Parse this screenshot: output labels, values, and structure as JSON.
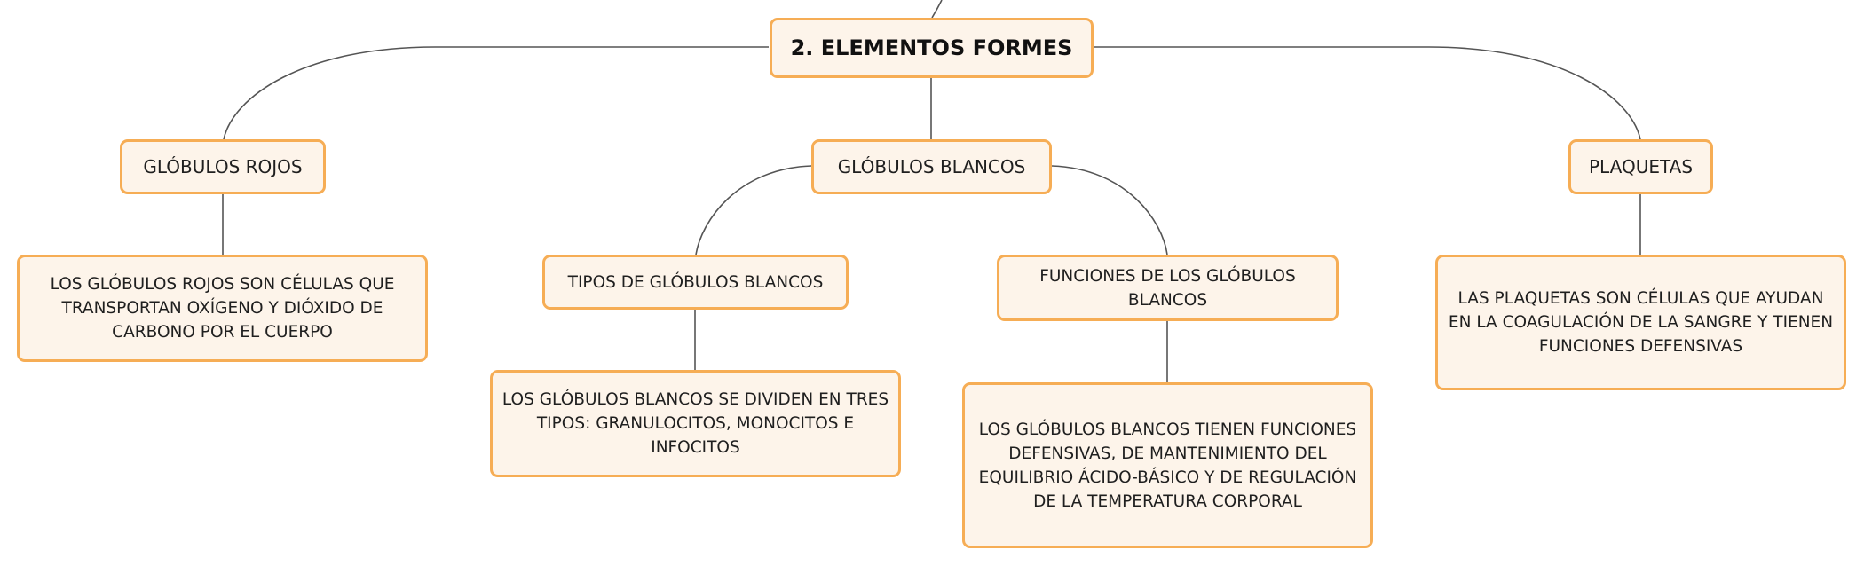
{
  "diagram": {
    "root": "2. ELEMENTOS FORMES",
    "branches": {
      "rojos": {
        "label": "GLÓBULOS ROJOS",
        "description": "LOS GLÓBULOS ROJOS SON CÉLULAS QUE TRANSPORTAN OXÍGENO Y DIÓXIDO DE CARBONO POR EL CUERPO"
      },
      "blancos": {
        "label": "GLÓBULOS BLANCOS",
        "tipos": {
          "label": "TIPOS DE GLÓBULOS BLANCOS",
          "description": "LOS GLÓBULOS BLANCOS SE DIVIDEN EN TRES TIPOS: GRANULOCITOS, MONOCITOS E INFOCITOS"
        },
        "funciones": {
          "label": "FUNCIONES DE LOS GLÓBULOS BLANCOS",
          "description": "LOS GLÓBULOS BLANCOS TIENEN FUNCIONES DEFENSIVAS, DE MANTENIMIENTO DEL EQUILIBRIO ÁCIDO-BÁSICO Y DE REGULACIÓN DE LA TEMPERATURA CORPORAL"
        }
      },
      "plaquetas": {
        "label": "PLAQUETAS",
        "description": "LAS PLAQUETAS SON CÉLULAS QUE AYUDAN EN LA COAGULACIÓN DE LA SANGRE Y TIENEN FUNCIONES DEFENSIVAS"
      }
    }
  },
  "colors": {
    "node_fill": "#fdf4ea",
    "node_border": "#f6ad55",
    "connector": "#555555",
    "text": "#1f1f1f"
  }
}
